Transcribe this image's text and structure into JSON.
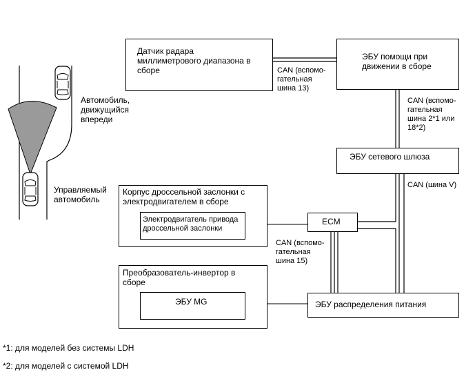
{
  "boxes": {
    "radar": "Датчик радара\nмиллиметрового диапазона в\nсборе",
    "driving_ecu": "ЭБУ помощи при\nдвижении в сборе",
    "gateway": "ЭБУ сетевого шлюза",
    "ecm": "ECM",
    "throttle_outer": "Корпус дроссельной заслонки с\nэлектродвигателем в сборе",
    "throttle_inner": "Электродвигатель привода\nдроссельной заслонки",
    "inverter_outer": "Преобразователь-инвертор в\nсборе",
    "mg_ecu": "ЭБУ MG",
    "power_ecu": "ЭБУ распределения питания"
  },
  "bus_labels": {
    "bus13": "CAN (вспомо-\nгательная\nшина 13)",
    "bus2_18": "CAN (вспомо-\nгательная\nшина 2*1 или\n18*2)",
    "busV": "CAN (шина V)",
    "bus15": "CAN (вспомо-\nгательная\nшина 15)"
  },
  "scene": {
    "front_car_label": "Автомобиль,\nдвижущийся\nвпереди",
    "own_car_label": "Управляемый\nавтомобиль"
  },
  "footnotes": {
    "note1": "*1: для моделей без системы LDH",
    "note2": "*2: для моделей с системой LDH"
  },
  "colors": {
    "line": "#000000",
    "radar_sector": "#9a9a9a",
    "car_body": "#ffffff"
  }
}
